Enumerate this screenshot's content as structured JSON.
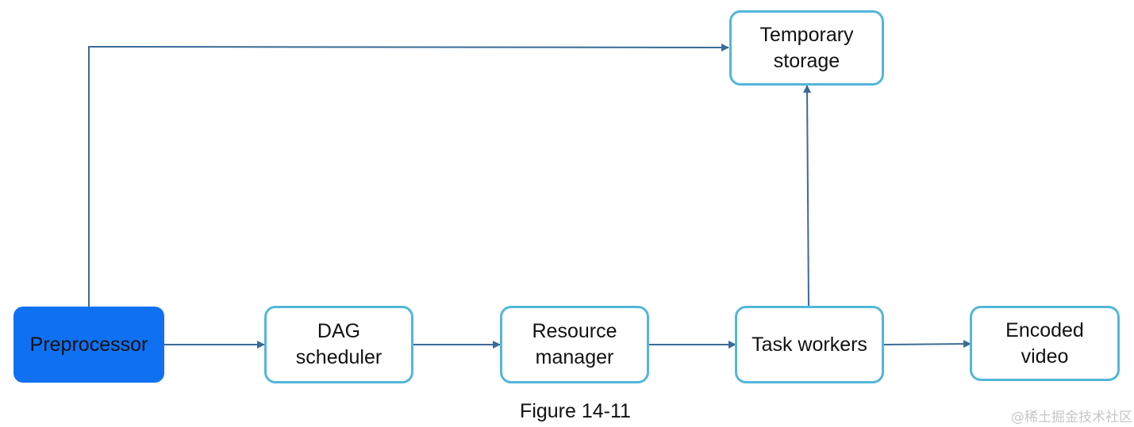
{
  "nodes": {
    "temporary_storage": "Temporary\nstorage",
    "preprocessor": "Preprocessor",
    "dag_scheduler": "DAG\nscheduler",
    "resource_manager": "Resource\nmanager",
    "task_workers": "Task workers",
    "encoded_video": "Encoded\nvideo"
  },
  "caption": "Figure 14-11",
  "watermark": "@稀土掘金技术社区",
  "colors": {
    "node_border": "#52b7d9",
    "preprocessor_fill": "#0f71f2",
    "arrow": "#3a6b96"
  }
}
